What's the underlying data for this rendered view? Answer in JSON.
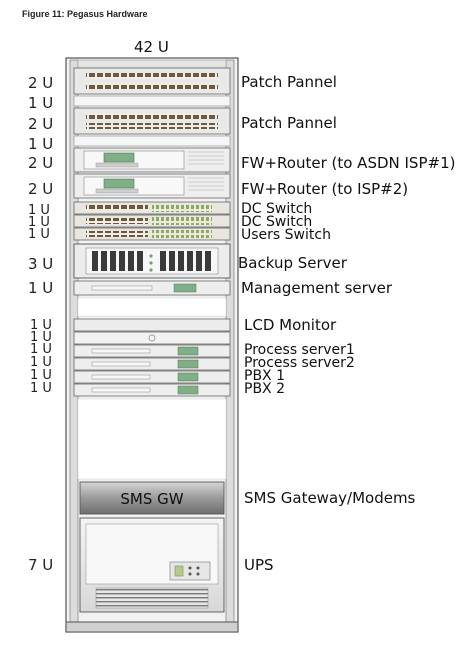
{
  "figure_caption": "Figure 11: Pegasus Hardware",
  "rack_title": "42 U",
  "rack_units": [
    {
      "label": "2 U",
      "device": "Patch Pannel"
    },
    {
      "label": "1 U",
      "device": ""
    },
    {
      "label": "2 U",
      "device": "Patch Pannel"
    },
    {
      "label": "1 U",
      "device": ""
    },
    {
      "label": "2 U",
      "device": "FW+Router (to ASDN ISP#1)"
    },
    {
      "label": "2 U",
      "device": "FW+Router (to ISP#2)"
    },
    {
      "label": "1 U",
      "device": "DC Switch"
    },
    {
      "label": "1 U",
      "device": "DC Switch"
    },
    {
      "label": "1 U",
      "device": "Users Switch"
    },
    {
      "label": "3 U",
      "device": "Backup Server"
    },
    {
      "label": "1 U",
      "device": "Management server"
    },
    {
      "label": "1 U",
      "device": "LCD Monitor"
    },
    {
      "label": "1 U",
      "device": ""
    },
    {
      "label": "1 U",
      "device": "Process server1"
    },
    {
      "label": "1 U",
      "device": "Process server2"
    },
    {
      "label": "1 U",
      "device": "PBX 1"
    },
    {
      "label": "1 U",
      "device": "PBX 2"
    },
    {
      "label": "",
      "device": "SMS Gateway/Modems"
    },
    {
      "label": "7 U",
      "device": "UPS"
    }
  ],
  "sms_unit_text": "SMS GW"
}
